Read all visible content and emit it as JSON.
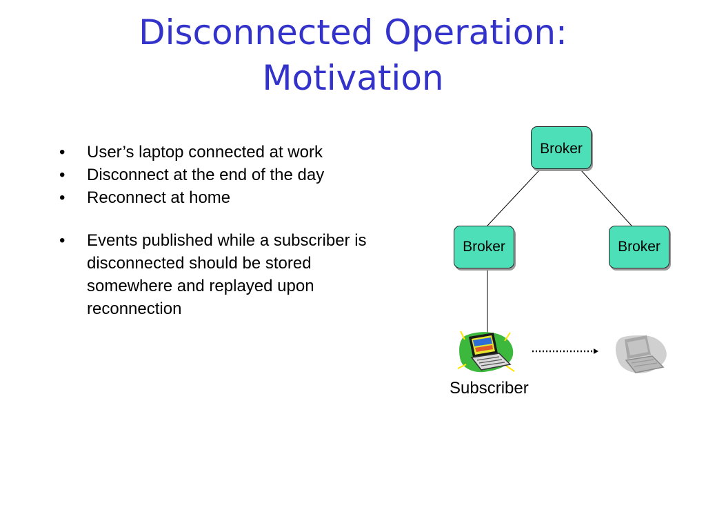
{
  "slide": {
    "title_line1": "Disconnected Operation:",
    "title_line2": "Motivation",
    "bullets": [
      "User’s laptop connected at work",
      "Disconnect at the end of the day",
      "Reconnect at home",
      "Events published while a subscriber is disconnected should be stored somewhere and replayed upon reconnection"
    ]
  },
  "diagram": {
    "brokers": [
      "Broker",
      "Broker",
      "Broker"
    ],
    "subscriber_label": "Subscriber",
    "laptop_icon": "laptop-icon",
    "faded_laptop_icon": "faded-laptop-icon",
    "arrow": "dotted-arrow"
  },
  "colors": {
    "title": "#3333cc",
    "broker_fill": "#4de0b8"
  }
}
